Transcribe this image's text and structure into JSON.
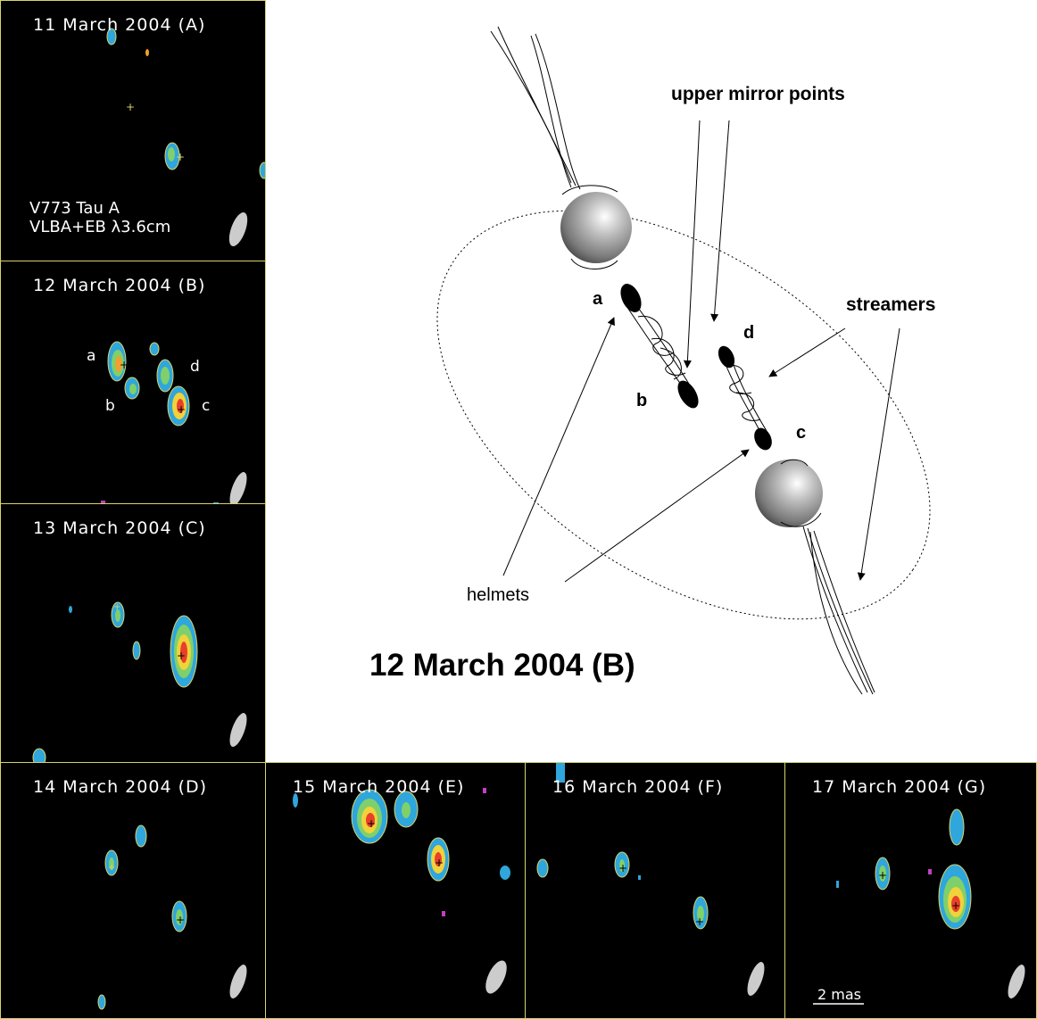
{
  "panels": {
    "A": {
      "title": "11 March 2004 (A)",
      "source": "V773 Tau A",
      "instrument": "VLBA+EB λ3.6cm"
    },
    "B": {
      "title": "12 March 2004 (B)",
      "components": [
        "a",
        "b",
        "c",
        "d"
      ]
    },
    "C": {
      "title": "13 March 2004 (C)"
    },
    "D": {
      "title": "14 March 2004 (D)"
    },
    "E": {
      "title": "15 March 2004 (E)"
    },
    "F": {
      "title": "16 March 2004 (F)"
    },
    "G": {
      "title": "17 March 2004 (G)",
      "scale_bar": "2 mas"
    }
  },
  "diagram": {
    "title": "12 March 2004 (B)",
    "labels": {
      "upper_mirror_points": "upper mirror points",
      "streamers": "streamers",
      "helmets": "helmets",
      "a": "a",
      "b": "b",
      "c": "c",
      "d": "d"
    }
  },
  "colors": {
    "map_background": "#000000",
    "frame": "#d8d26a",
    "contour_outer": "#2fa6dc",
    "contour_mid": "#7fd06a",
    "contour_high": "#f0d23a",
    "contour_peak": "#e8402a"
  }
}
